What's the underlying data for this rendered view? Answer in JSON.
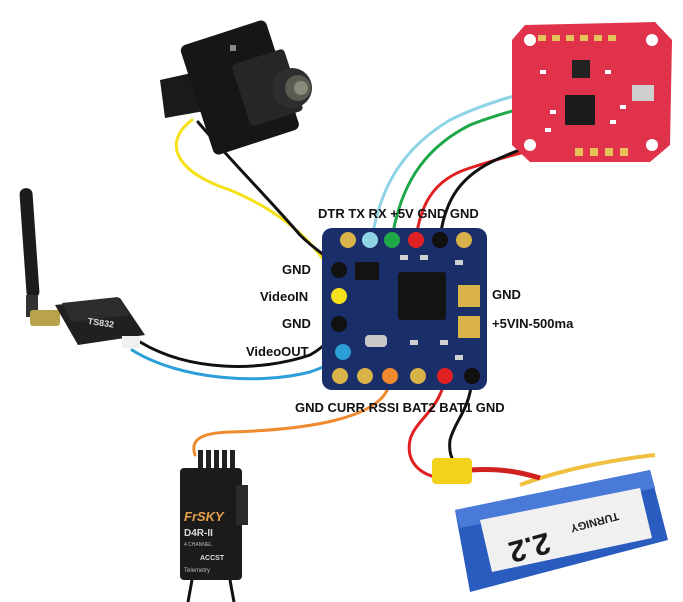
{
  "osd_board": {
    "top_pins_label": "DTR TX RX +5V GND GND",
    "left_pins": [
      "GND",
      "VideoIN",
      "GND",
      "VideoOUT"
    ],
    "right_pins": [
      "GND",
      "+5VIN-500ma"
    ],
    "bottom_pins_label": "GND CURR RSSI BAT2 BAT1 GND"
  },
  "receiver": {
    "brand": "FrSKY",
    "model": "D4R-II",
    "channels": "4 CHANNEL",
    "accst": "ACCST",
    "telemetry": "Telemetry"
  },
  "vtx": {
    "model": "TS832"
  },
  "battery": {
    "capacity": "2.2",
    "brand": "TURNIGY"
  },
  "colors": {
    "yellow_wire": "#f5e01a",
    "black_wire": "#111111",
    "cyan_wire": "#8fd4e6",
    "green_wire": "#1fa84a",
    "red_wire": "#e02020",
    "orange_wire": "#ef8a2e",
    "blue_wire": "#2d9fd8",
    "flight_controller": "#e0324a",
    "osd_board": "#1a2e6a",
    "battery": "#2a5bbf"
  }
}
